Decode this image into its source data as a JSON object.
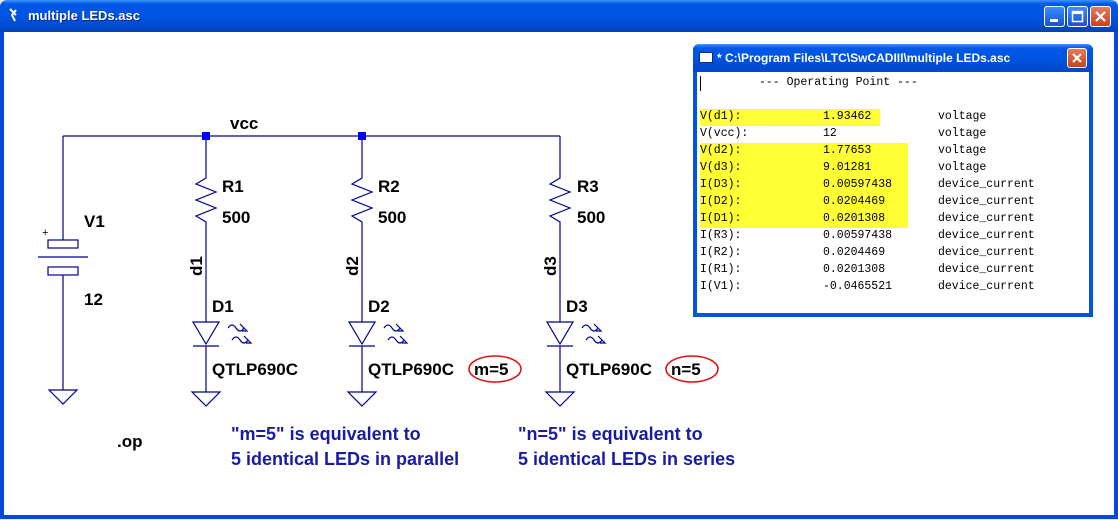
{
  "window": {
    "title": "multiple LEDs.asc"
  },
  "schematic": {
    "net_vcc": "vcc",
    "v1": {
      "name": "V1",
      "value": "12",
      "plus": "+"
    },
    "r1": {
      "name": "R1",
      "value": "500"
    },
    "r2": {
      "name": "R2",
      "value": "500"
    },
    "r3": {
      "name": "R3",
      "value": "500"
    },
    "net_d1": "d1",
    "net_d2": "d2",
    "net_d3": "d3",
    "d1": {
      "name": "D1",
      "model": "QTLP690C"
    },
    "d2": {
      "name": "D2",
      "model": "QTLP690C",
      "param": "m=5"
    },
    "d3": {
      "name": "D3",
      "model": "QTLP690C",
      "param": "n=5"
    },
    "directive": ".op",
    "note_parallel": [
      "\"m=5\" is equivalent to",
      "5 identical LEDs in parallel"
    ],
    "note_series": [
      "\"n=5\" is equivalent to",
      "5 identical LEDs in series"
    ],
    "colors": {
      "wire": "#00008b",
      "node": "#0000ff",
      "note": "#1a1aa6",
      "marker": "#e01010"
    }
  },
  "op_window": {
    "title": "* C:\\Program Files\\LTC\\SwCADIII\\multiple LEDs.asc",
    "heading": "--- Operating Point ---",
    "highlight_color": "#ffff33",
    "rows": [
      {
        "name": "V(d1):",
        "value": "1.93462",
        "kind": "voltage",
        "highlight": true
      },
      {
        "name": "V(vcc):",
        "value": "12",
        "kind": "voltage",
        "highlight": false
      },
      {
        "name": "V(d2):",
        "value": "1.77653",
        "kind": "voltage",
        "highlight": true
      },
      {
        "name": "V(d3):",
        "value": "9.01281",
        "kind": "voltage",
        "highlight": true
      },
      {
        "name": "I(D3):",
        "value": "0.00597438",
        "kind": "device_current",
        "highlight": true
      },
      {
        "name": "I(D2):",
        "value": "0.0204469",
        "kind": "device_current",
        "highlight": true
      },
      {
        "name": "I(D1):",
        "value": "0.0201308",
        "kind": "device_current",
        "highlight": true
      },
      {
        "name": "I(R3):",
        "value": "0.00597438",
        "kind": "device_current",
        "highlight": false
      },
      {
        "name": "I(R2):",
        "value": "0.0204469",
        "kind": "device_current",
        "highlight": false
      },
      {
        "name": "I(R1):",
        "value": "0.0201308",
        "kind": "device_current",
        "highlight": false
      },
      {
        "name": "I(V1):",
        "value": "-0.0465521",
        "kind": "device_current",
        "highlight": false
      }
    ]
  }
}
